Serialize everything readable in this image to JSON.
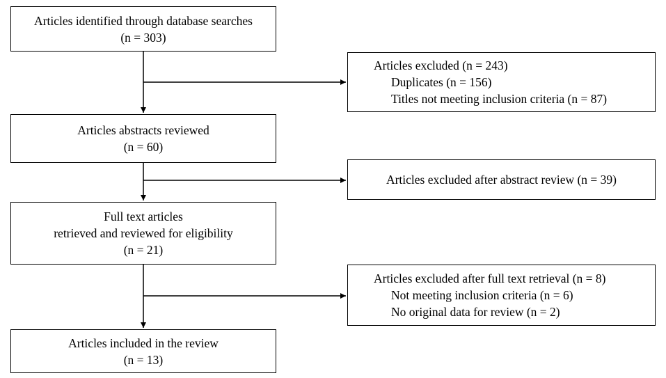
{
  "identified": {
    "title": "Articles identified through database searches",
    "count": "(n = 303)"
  },
  "excluded_1": {
    "title": "Articles excluded (n = 243)",
    "items": [
      "Duplicates (n = 156)",
      "Titles not meeting inclusion criteria (n = 87)"
    ]
  },
  "abstracts": {
    "title": "Articles abstracts reviewed",
    "count": "(n = 60)"
  },
  "excluded_2": {
    "title": "Articles excluded after abstract review (n = 39)"
  },
  "fulltext": {
    "line1": "Full text articles",
    "line2": "retrieved and reviewed for eligibility",
    "count": "(n = 21)"
  },
  "excluded_3": {
    "title": "Articles excluded after full text retrieval (n = 8)",
    "items": [
      "Not meeting inclusion criteria (n = 6)",
      "No original data for review (n = 2)"
    ]
  },
  "included": {
    "title": "Articles included in the review",
    "count": "(n = 13)"
  }
}
